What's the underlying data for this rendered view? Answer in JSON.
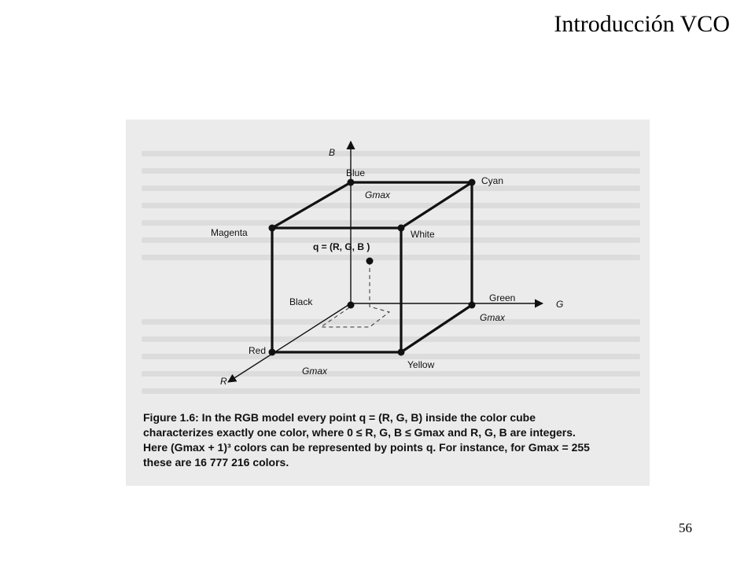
{
  "slide": {
    "title": "Introducción VCO",
    "page_number": "56"
  },
  "figure": {
    "axes": {
      "b": "B",
      "g": "G",
      "r": "R"
    },
    "vertices": {
      "blue": "Blue",
      "cyan": "Cyan",
      "magenta": "Magenta",
      "white": "White",
      "black": "Black",
      "green": "Green",
      "red": "Red",
      "yellow": "Yellow"
    },
    "gmax_label": "Gmax",
    "point_label": "q = (R, G, B )",
    "caption": {
      "line1": "Figure 1.6: In the RGB model every point q = (R, G, B) inside the color cube",
      "line2": "characterizes exactly one color, where 0 ≤ R, G, B ≤ Gmax and R, G, B are integers.",
      "line3": "Here (Gmax + 1)³ colors can be represented by points q. For instance, for Gmax = 255",
      "line4": "these are 16 777 216 colors."
    }
  }
}
